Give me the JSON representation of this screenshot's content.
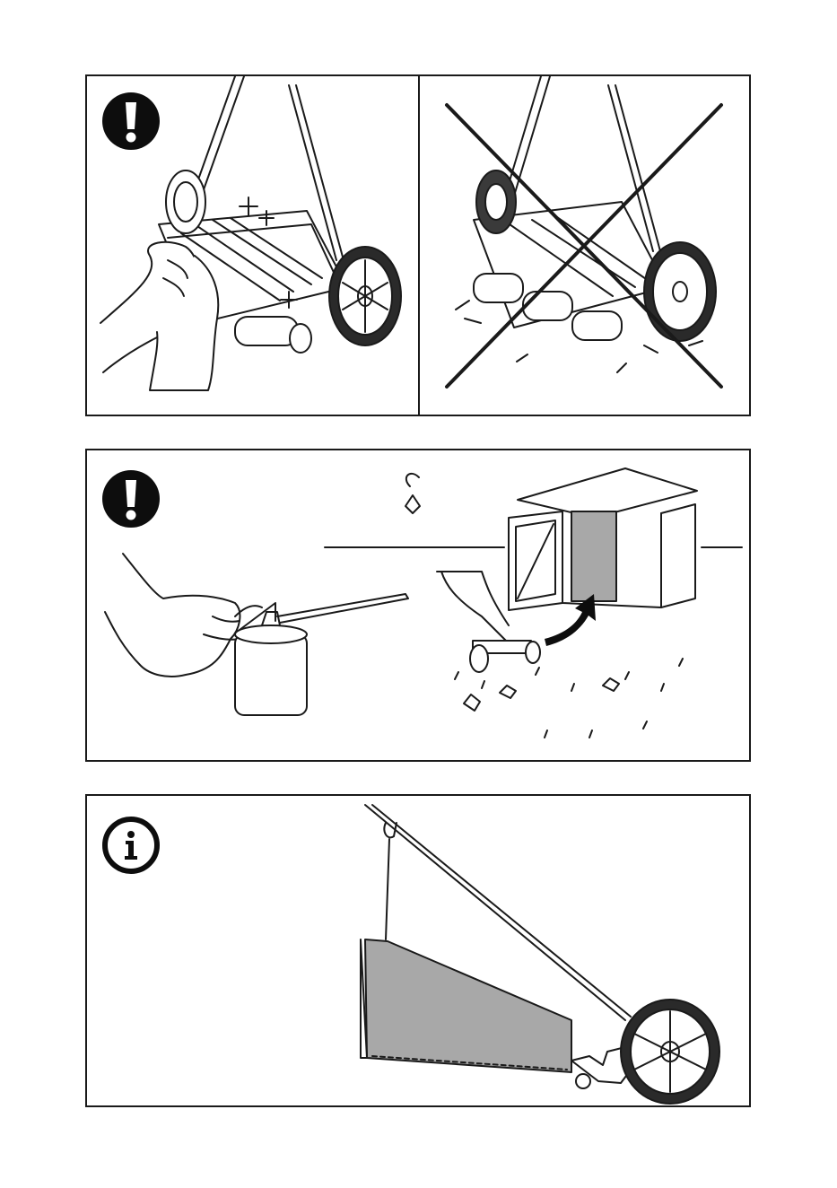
{
  "page": {
    "panels": [
      {
        "id": "panel-1",
        "icon": "exclamation-icon",
        "scenes": [
          "cleaning-mower-with-cloth",
          "mower-clogged-with-grass-crossed-out"
        ]
      },
      {
        "id": "panel-2",
        "icon": "exclamation-icon",
        "scenes": [
          "oiling-with-oil-can",
          "store-mower-in-shed"
        ]
      },
      {
        "id": "panel-3",
        "icon": "info-icon",
        "scenes": [
          "hanging-grass-catcher-on-handle"
        ]
      }
    ]
  },
  "colors": {
    "line": "#1a1a1a",
    "shade": "#a8a8a8",
    "badge": "#0d0d0d",
    "paper": "#ffffff"
  }
}
